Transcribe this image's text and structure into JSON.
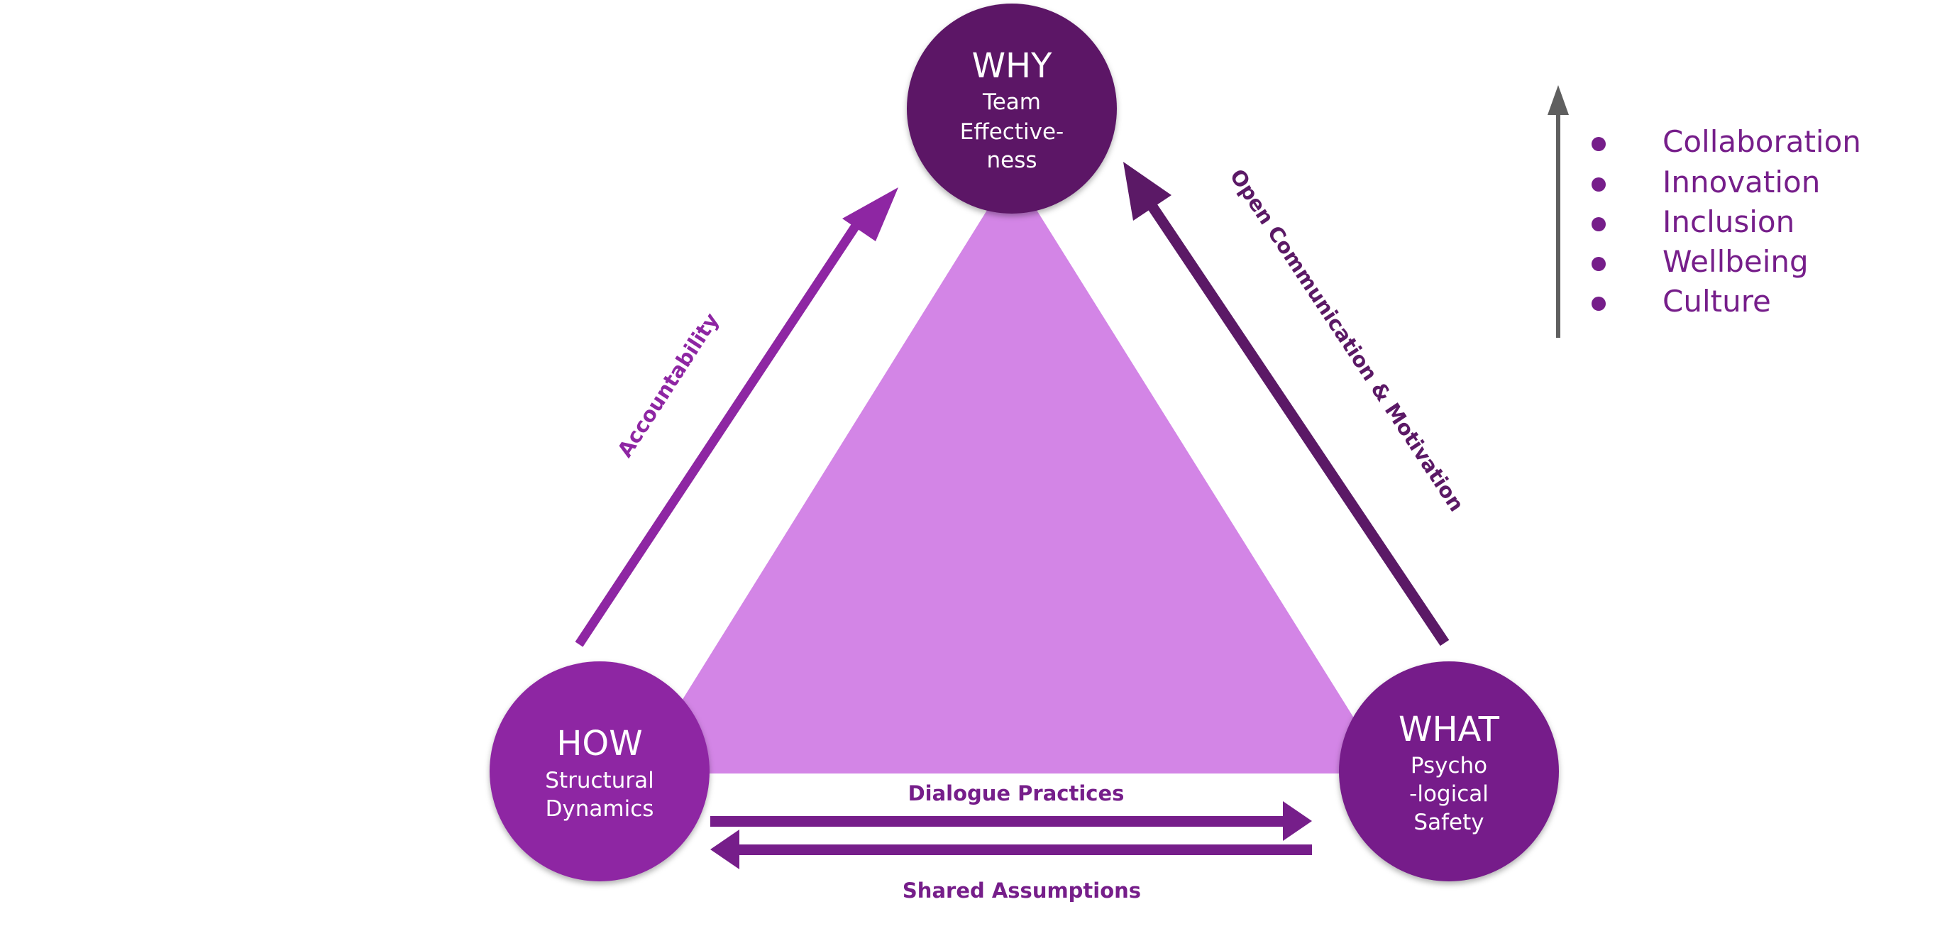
{
  "colors": {
    "triangle_fill": "#d385e6",
    "why_node": "#5b1966",
    "how_node": "#8e26a3",
    "what_node": "#761e8a",
    "accountability_arrow": "#8e26a3",
    "open_comm_arrow": "#5b1966",
    "dialogue_arrow": "#761e8a",
    "shared_arrow": "#761e8a",
    "legend_arrow": "#5f5f5f",
    "list_text": "#761e8a"
  },
  "nodes": {
    "why": {
      "title": "WHY",
      "lines": [
        "Team",
        "Effective-",
        "ness"
      ]
    },
    "how": {
      "title": "HOW",
      "lines": [
        "Structural",
        "Dynamics"
      ]
    },
    "what": {
      "title": "WHAT",
      "lines": [
        "Psycho",
        "-logical",
        "Safety"
      ]
    }
  },
  "edges": {
    "accountability": "Accountability",
    "open_communication": "Open Communication & Motivation",
    "dialogue": "Dialogue Practices",
    "shared": "Shared Assumptions"
  },
  "outcomes": {
    "items": [
      "Collaboration",
      "Innovation",
      "Inclusion",
      "Wellbeing",
      "Culture"
    ]
  }
}
